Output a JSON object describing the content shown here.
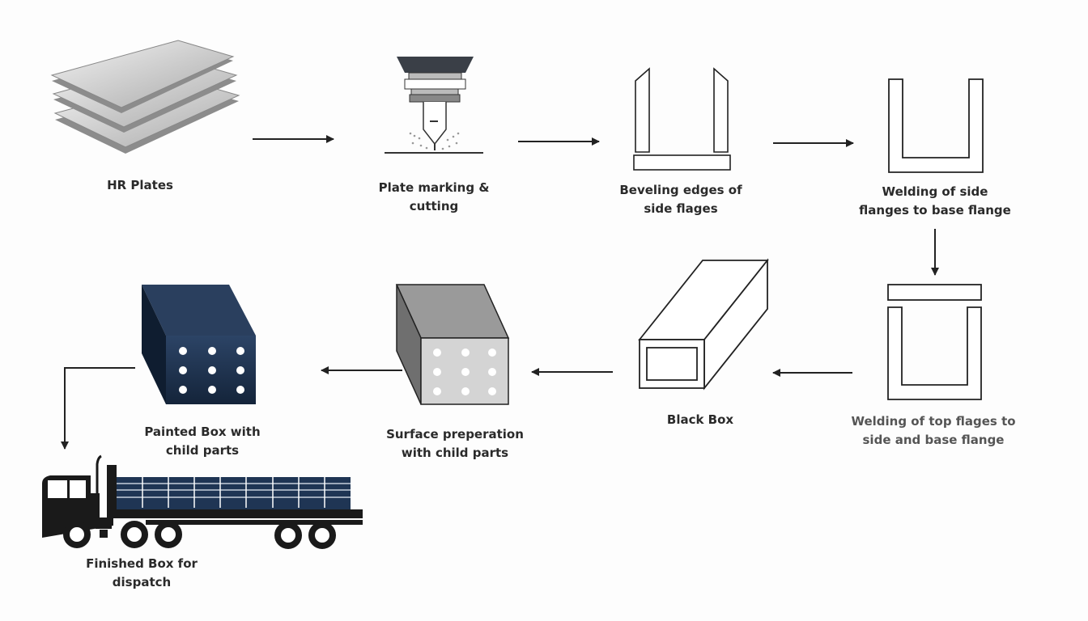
{
  "steps": [
    {
      "id": "hr-plates",
      "lines": [
        "HR Plates"
      ]
    },
    {
      "id": "plate-marking",
      "lines": [
        "Plate marking &",
        "cutting"
      ]
    },
    {
      "id": "beveling",
      "lines": [
        "Beveling edges of",
        "side flages"
      ]
    },
    {
      "id": "welding-side",
      "lines": [
        "Welding of side",
        "flanges to base flange"
      ]
    },
    {
      "id": "welding-top",
      "lines": [
        "Welding of top flages to",
        "side and base flange"
      ]
    },
    {
      "id": "black-box",
      "lines": [
        "Black Box"
      ]
    },
    {
      "id": "surface-prep",
      "lines": [
        "Surface preperation",
        "with child parts"
      ]
    },
    {
      "id": "painted-box",
      "lines": [
        "Painted Box with",
        "child parts"
      ]
    },
    {
      "id": "finished-box",
      "lines": [
        "Finished Box for",
        "dispatch"
      ]
    }
  ],
  "colors": {
    "navy": "#1f3554",
    "line": "#222222",
    "gray": "#cfcfcf"
  }
}
